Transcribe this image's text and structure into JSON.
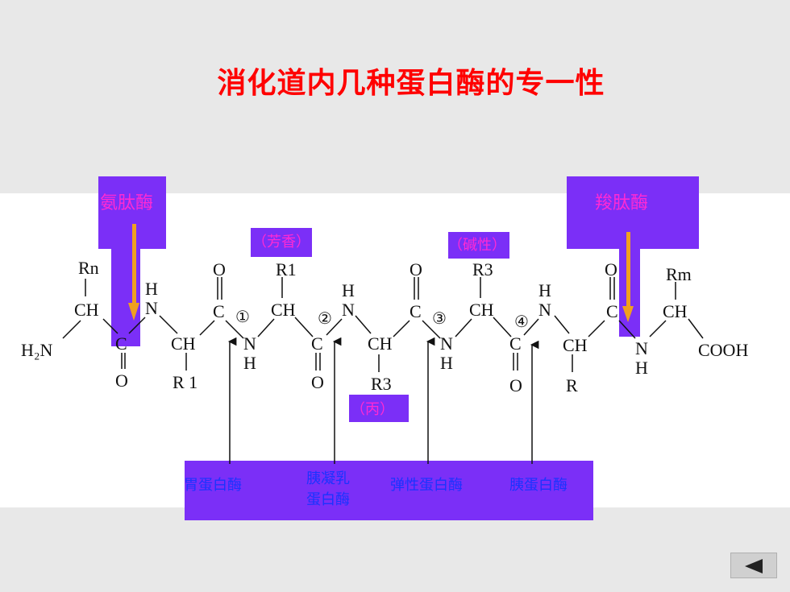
{
  "title": "消化道内几种蛋白酶的专一性",
  "enzymes": {
    "aminopeptidase": "氨肽酶",
    "carboxypeptidase": "羧肽酶",
    "pepsin": "胃蛋白酶",
    "chymotrypsin_line1": "胰凝乳",
    "chymotrypsin_line2": "蛋白酶",
    "elastase": "弹性蛋白酶",
    "trypsin": "胰蛋白酶"
  },
  "residue_tags": {
    "aromatic": "（芳香）",
    "basic": "（碱性）",
    "third": "（丙）"
  },
  "bond_numbers": [
    "①",
    "②",
    "③",
    "④"
  ],
  "chem": {
    "h2n": "H₂N",
    "cooh": "COOH",
    "c": "C",
    "o": "O",
    "n": "N",
    "h": "H",
    "ch": "CH",
    "r": "R",
    "rn": "Rn",
    "rm": "Rm",
    "r1": "R1",
    "r1b": "R 1",
    "r3": "R3",
    "r3b": "R3"
  },
  "colors": {
    "title": "#ff0000",
    "box": "#7b2ff7",
    "pink_text": "#ff2ad4",
    "blue_text": "#1a33ff",
    "orange_arrow": "#f0a020"
  }
}
